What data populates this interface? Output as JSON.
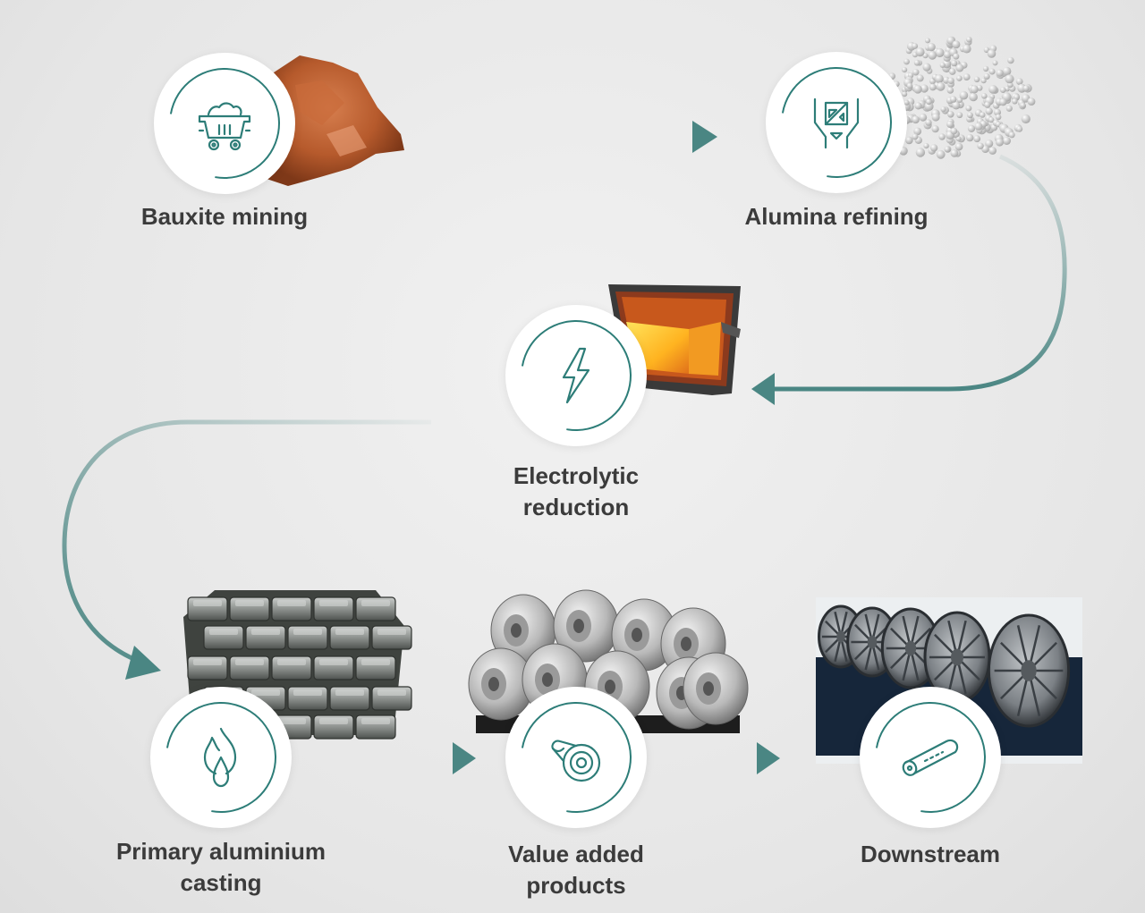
{
  "steps": {
    "bauxite": {
      "label": "Bauxite mining",
      "icon": "mine-cart-icon"
    },
    "alumina": {
      "label": "Alumina refining",
      "icon": "refinery-funnel-icon"
    },
    "electrolytic": {
      "label": "Electrolytic\nreduction",
      "icon": "lightning-icon"
    },
    "casting": {
      "label": "Primary aluminium\ncasting",
      "icon": "flame-drop-icon"
    },
    "value_added": {
      "label": "Value added\nproducts",
      "icon": "coil-icon"
    },
    "downstream": {
      "label": "Downstream",
      "icon": "rolled-sheet-icon"
    }
  },
  "colors": {
    "accent": "#2d7d78",
    "arrow": "#4f8a87",
    "text": "#3b3b3b"
  }
}
